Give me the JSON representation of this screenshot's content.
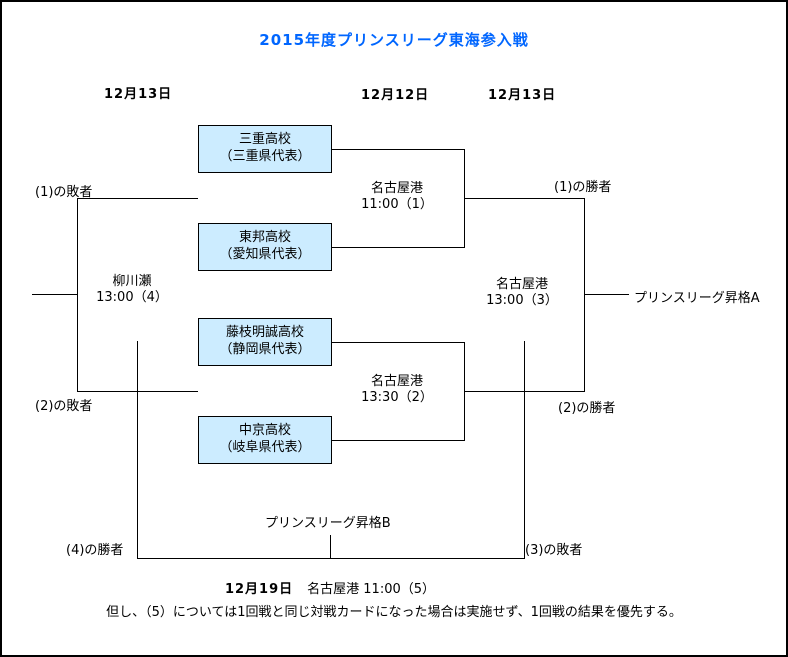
{
  "header": {
    "title": "2015年度プリンスリーグ東海参入戦",
    "dates": [
      "12月13日",
      "12月12日",
      "12月13日"
    ]
  },
  "teams": [
    {
      "name": "三重高校",
      "rep": "（三重県代表）"
    },
    {
      "name": "東邦高校",
      "rep": "（愛知県代表）"
    },
    {
      "name": "藤枝明誠高校",
      "rep": "（静岡県代表）"
    },
    {
      "name": "中京高校",
      "rep": "（岐阜県代表）"
    }
  ],
  "matches": [
    {
      "venue": "名古屋港",
      "time": "11:00（1）"
    },
    {
      "venue": "名古屋港",
      "time": "13:30（2）"
    },
    {
      "venue": "名古屋港",
      "time": "13:00（3）"
    },
    {
      "venue": "柳川瀬",
      "time": "13:00（4）"
    }
  ],
  "feeder_labels": {
    "loser1": "(1)の敗者",
    "loser2": "(2)の敗者",
    "winner1": "(1)の勝者",
    "winner2": "(2)の勝者",
    "winner4": "(4)の勝者",
    "loser3": "(3)の敗者"
  },
  "promotions": {
    "a": "プリンスリーグ昇格A",
    "b": "プリンスリーグ昇格B"
  },
  "final_match": {
    "date": "12月19日",
    "details": "名古屋港 11:00（5）"
  },
  "note": "但し、（5）については1回戦と同じ対戦カードになった場合は実施せず、1回戦の結果を優先する。",
  "colors": {
    "title_text": "#0066FF",
    "team_box_fill": "#CCECFF",
    "line": "#000000"
  }
}
